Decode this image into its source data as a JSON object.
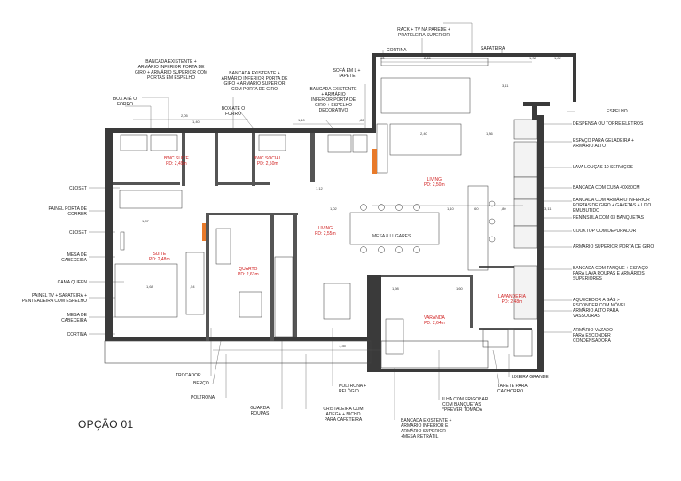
{
  "title": "OPÇÃO 01",
  "rooms": [
    {
      "id": "bwc_suite",
      "name": "BWC SUITE",
      "pd": "PD: 2,49m"
    },
    {
      "id": "bwc_social",
      "name": "BWC SOCIAL",
      "pd": "PD: 2,50m"
    },
    {
      "id": "living_top",
      "name": "LIVING",
      "pd": "PD: 2,50m"
    },
    {
      "id": "living_mid",
      "name": "LIVING",
      "pd": "PD: 2,55m"
    },
    {
      "id": "suite",
      "name": "SUITE",
      "pd": "PD: 2,48m"
    },
    {
      "id": "quarto",
      "name": "QUARTO",
      "pd": "PD: 2,63m"
    },
    {
      "id": "lavanderia",
      "name": "LAVANDERIA",
      "pd": "PD: 2,48m"
    },
    {
      "id": "varanda",
      "name": "VARANDA",
      "pd": "PD: 2,64m"
    }
  ],
  "room_texts": {
    "mesa": "MESA 8 LUGARES"
  },
  "labels_top": {
    "rack": "RACK + TV NA PAREDE +\nPRATELEIRA SUPERIOR",
    "sapateira": "SAPATEIRA",
    "cortina_top": "CORTINA",
    "bancada1": "BANCADA EXISTENTE  +\nARMÁRIO INFERIOR PORTA DE\nGIRO + ARMÁRIO SUPERIOR COM\nPORTAS EM ESPELHO",
    "bancada2": "BANCADA EXISTENTE +\nARMÁRIO INFERIOR PORTA DE\nGIRO + ARMÁRIO SUPERIOR\nCOM PORTA DE GIRO",
    "sofa": "SOFÁ EM L +\nTAPETE",
    "bancada3": "BANCADA EXISTENTE\n+ ARMÁRIO\nINFERIOR PORTA DE\nGIRO + ESPELHO\nDECORATIVO",
    "box1": "BOX ATÉ O\nFORRO",
    "box2": "BOX ATÉ O\nFORRO",
    "espelho": "ESPELHO"
  },
  "labels_left": {
    "closet1": "CLOSET",
    "painel_porta": "PAINEL PORTA DE\nCORRER",
    "closet2": "CLOSET",
    "mesa_cab1": "MESA DE\nCABECEIRA",
    "cama": "CAMA QUEEN",
    "painel_tv": "PAINEL TV + SAPATEIRA +\nPENTEADEIRA COM ESPELHO",
    "mesa_cab2": "MESA DE\nCABECEIRA",
    "cortina_left": "CORTINA"
  },
  "labels_right": {
    "despensa": "DESPENSA OU TORRE ELETROS",
    "geladeira": "ESPAÇO PARA GELADEIRA +\nARMÁRIO ALTO",
    "lava": "LAVA LOUÇAS 10 SERVIÇOS",
    "cuba": "BANCADA COM CUBA 40X80CM",
    "armario_inf": "BANCADA COM ARMÁRIO INFERIOR\nPORTAS DE GIRO + GAVETAS + LIXO\nEMUBUTIDO",
    "peninsula": "PENÍNSULA COM  03 BANQUETAS",
    "cooktop": "COOKTOP COM DEPURADOR",
    "arm_sup": "ARMÁRIO SUPERIOR PORTA DE GIRO",
    "tanque": "BANCADA COM TANQUE + ESPAÇO\nPARA LAVA ROUPAS E ARMÁRIOS\nSUPERIORES",
    "aquecedor": "AQUECEDOR A GÁS >\nESCONDER COM MÓVEL",
    "arm_alto": "ARMÁRIO ALTO PARA\nVASSOURAS",
    "arm_vazado": "ARMÁRIO VAZADO\nPARA ESCONDER\nCONDENSADORA"
  },
  "labels_bottom": {
    "trocador": "TROCADOR",
    "berco": "BERÇO",
    "poltrona": "POLTRONA",
    "guarda": "GUARDA\nROUPAS",
    "cristaleira": "CRISTALEIRA COM\nADEGA + NICHO\nPARA CAFETEIRA",
    "poltrona_relogio": "POLTRONA +\nRELÓGIO",
    "bancada_ret": "BANCADA EXISTENTE +\nARMÁRIO INFERIOR E\nARMÁRIO SUPERIOR\n+MESA RETRÁTIL",
    "ilha": "ILHA COM FRIGOBAR\nCOM BANQUETAS\n*PREVER TOMADA",
    "tapete": "TAPETE PARA\nCACHORRO",
    "lixeira": "LIXEIRA GRANDE"
  },
  "dims": [
    "2,05",
    "1,40",
    "1,10",
    ",82",
    ",20",
    "2,65",
    "2,40",
    "1,38",
    "1,82",
    "1,86",
    "3,11",
    "1,02",
    "1,10",
    ",60",
    ",80",
    "1,87",
    "1,12",
    "1,68",
    ",54",
    "1,35",
    "1,98",
    "1,60",
    "3,11"
  ]
}
